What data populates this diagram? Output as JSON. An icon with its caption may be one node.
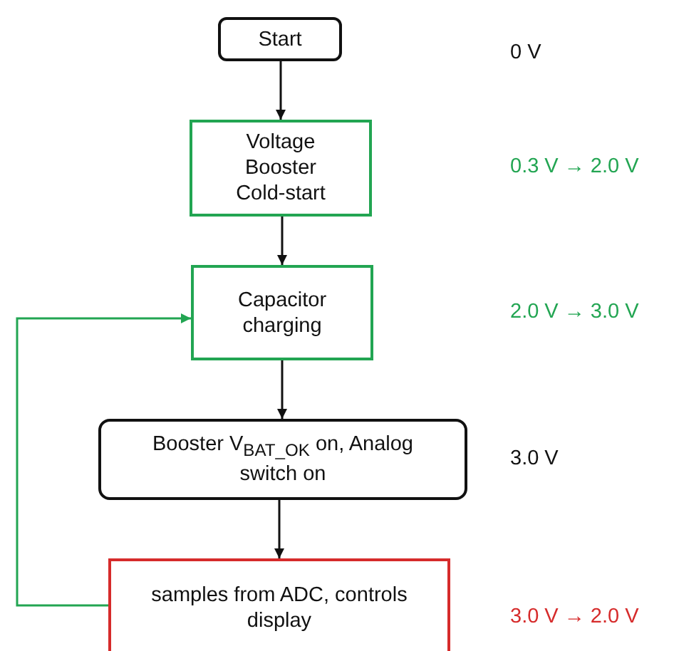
{
  "diagram": {
    "nodes": [
      {
        "text": [
          "Start"
        ]
      },
      {
        "text": [
          "Voltage Booster Cold-start"
        ]
      },
      {
        "text": [
          "Capacitor charging"
        ]
      },
      {
        "text": [
          "Booster V$_{BAT_OK}$ on, Analog switch on"
        ]
      },
      {
        "text": [
          "samples from ADC, controls display"
        ]
      }
    ],
    "edges": [
      {
        "from": 0,
        "to": 1,
        "arrow": "to"
      },
      {
        "from": 1,
        "to": 2,
        "arrow": "to"
      },
      {
        "from": 2,
        "to": 3,
        "arrow": "to"
      },
      {
        "from": 3,
        "to": 4,
        "arrow": "to"
      },
      {
        "from": 4,
        "to": 2,
        "arrow": "to",
        "color": "#22a552"
      }
    ],
    "labels": [
      "0 V",
      "0.3 V → 2.0 V",
      "2.0 V → 3.0 V",
      "3.0 V",
      "3.0 V → 2.0 V"
    ]
  }
}
